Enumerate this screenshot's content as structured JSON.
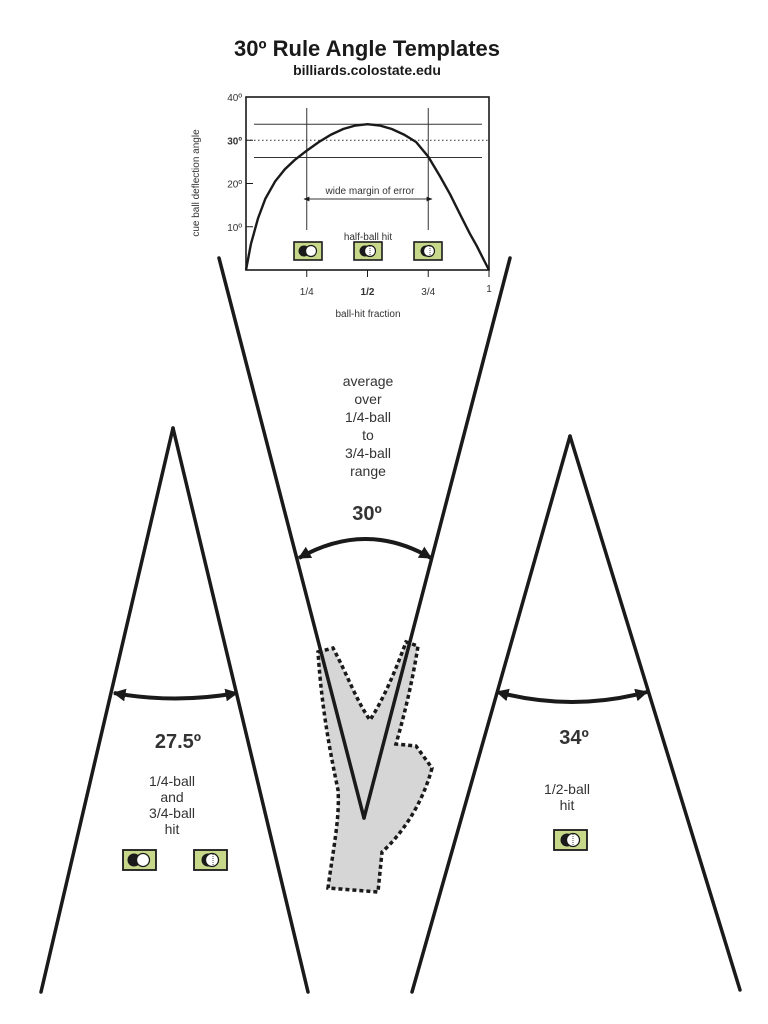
{
  "header": {
    "title": "30º Rule Angle Templates",
    "subtitle": "billiards.colostate.edu"
  },
  "chart_data": {
    "type": "line",
    "title": "",
    "xlabel": "ball-hit fraction",
    "ylabel": "cue ball deflection angle",
    "xlim": [
      0,
      1
    ],
    "ylim": [
      0,
      40
    ],
    "x_ticks": [
      {
        "value": 0.25,
        "label": "1/4"
      },
      {
        "value": 0.5,
        "label": "1/2"
      },
      {
        "value": 0.75,
        "label": "3/4"
      },
      {
        "value": 1,
        "label": "1"
      }
    ],
    "y_ticks": [
      {
        "value": 10,
        "label": "10º"
      },
      {
        "value": 20,
        "label": "20º"
      },
      {
        "value": 30,
        "label": "30º"
      },
      {
        "value": 40,
        "label": "40º"
      }
    ],
    "series": [
      {
        "values_x": [
          0,
          0.02,
          0.05,
          0.08,
          0.12,
          0.16,
          0.2,
          0.25,
          0.3,
          0.35,
          0.4,
          0.45,
          0.5,
          0.55,
          0.6,
          0.65,
          0.7,
          0.75,
          0.8,
          0.84,
          0.88,
          0.92,
          0.95,
          0.98,
          1
        ],
        "values_y": [
          0,
          6,
          12,
          16.5,
          20.5,
          23.3,
          25.4,
          27.6,
          29.6,
          31.3,
          32.6,
          33.4,
          33.7,
          33.4,
          32.6,
          31.3,
          29.6,
          26.2,
          21.5,
          17.5,
          13,
          8.5,
          5.5,
          2.2,
          0
        ]
      }
    ],
    "reference_lines": {
      "dotted_y": 30,
      "upper_y": 33.7,
      "lower_y": 26,
      "vertical_x": [
        0.25,
        0.75
      ]
    },
    "annotations": {
      "margin_label": "wide margin of error",
      "half_ball_label": "half-ball hit"
    }
  },
  "templates": {
    "center": {
      "angle_label": "30º",
      "description": [
        "average",
        "over",
        "1/4-ball",
        "to",
        "3/4-ball",
        "range"
      ]
    },
    "left": {
      "angle_label": "27.5º",
      "description": [
        "1/4-ball",
        "and",
        "3/4-ball",
        "hit"
      ]
    },
    "right": {
      "angle_label": "34º",
      "description": [
        "1/2-ball",
        "hit"
      ]
    }
  },
  "colors": {
    "line": "#1a1a1a",
    "icon_fill": "#c8d88a",
    "hand_fill": "#d6d6d6"
  }
}
